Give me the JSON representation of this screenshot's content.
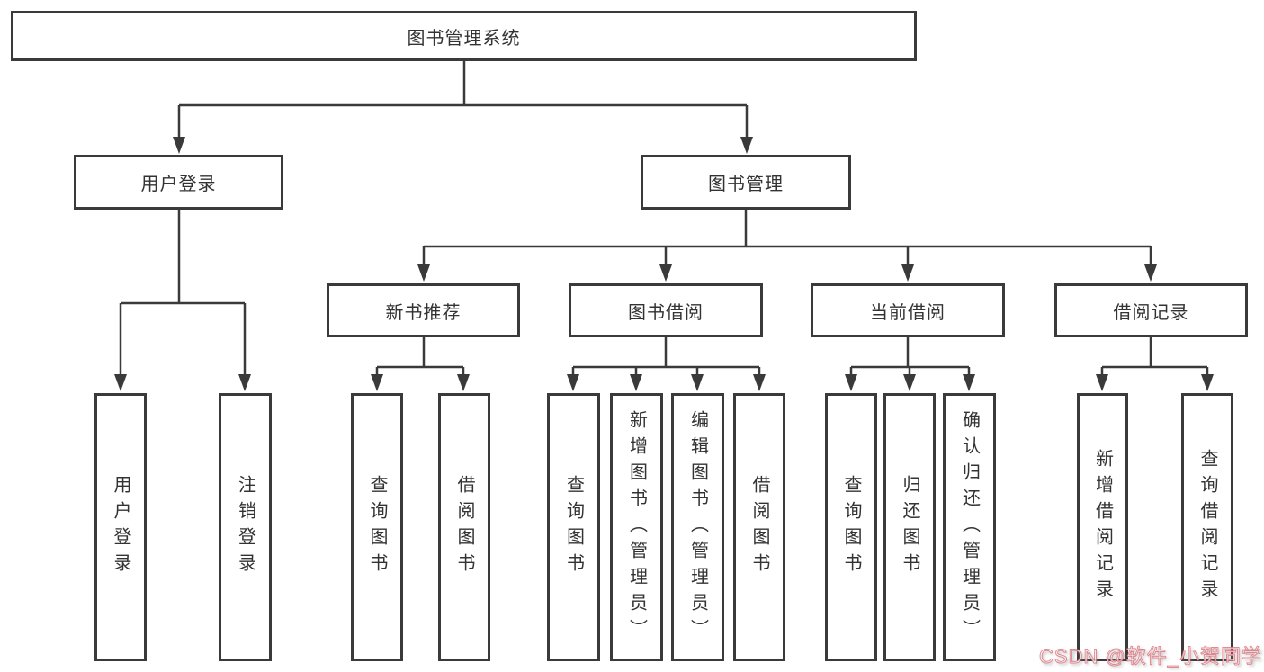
{
  "tree": {
    "root": {
      "label": "图书管理系统"
    },
    "branches": [
      {
        "label": "用户登录",
        "children": [
          {
            "label": "用户登录"
          },
          {
            "label": "注销登录"
          }
        ]
      },
      {
        "label": "图书管理",
        "children": [
          {
            "label": "新书推荐",
            "children": [
              {
                "label": "查询图书"
              },
              {
                "label": "借阅图书"
              }
            ]
          },
          {
            "label": "图书借阅",
            "children": [
              {
                "label": "查询图书"
              },
              {
                "label": "新增图书（管理员）"
              },
              {
                "label": "编辑图书（管理员）"
              },
              {
                "label": "借阅图书"
              }
            ]
          },
          {
            "label": "当前借阅",
            "children": [
              {
                "label": "查询图书"
              },
              {
                "label": "归还图书"
              },
              {
                "label": "确认归还（管理员）"
              }
            ]
          },
          {
            "label": "借阅记录",
            "children": [
              {
                "label": "新增借阅记录"
              },
              {
                "label": "查询借阅记录"
              }
            ]
          }
        ]
      }
    ]
  },
  "watermark": {
    "text": "CSDN @软件_小贺同学"
  },
  "colors": {
    "line": "#3a3a3a",
    "text": "#333333",
    "canvas": "#ffffff",
    "watermark_stroke": "#d86a76"
  }
}
